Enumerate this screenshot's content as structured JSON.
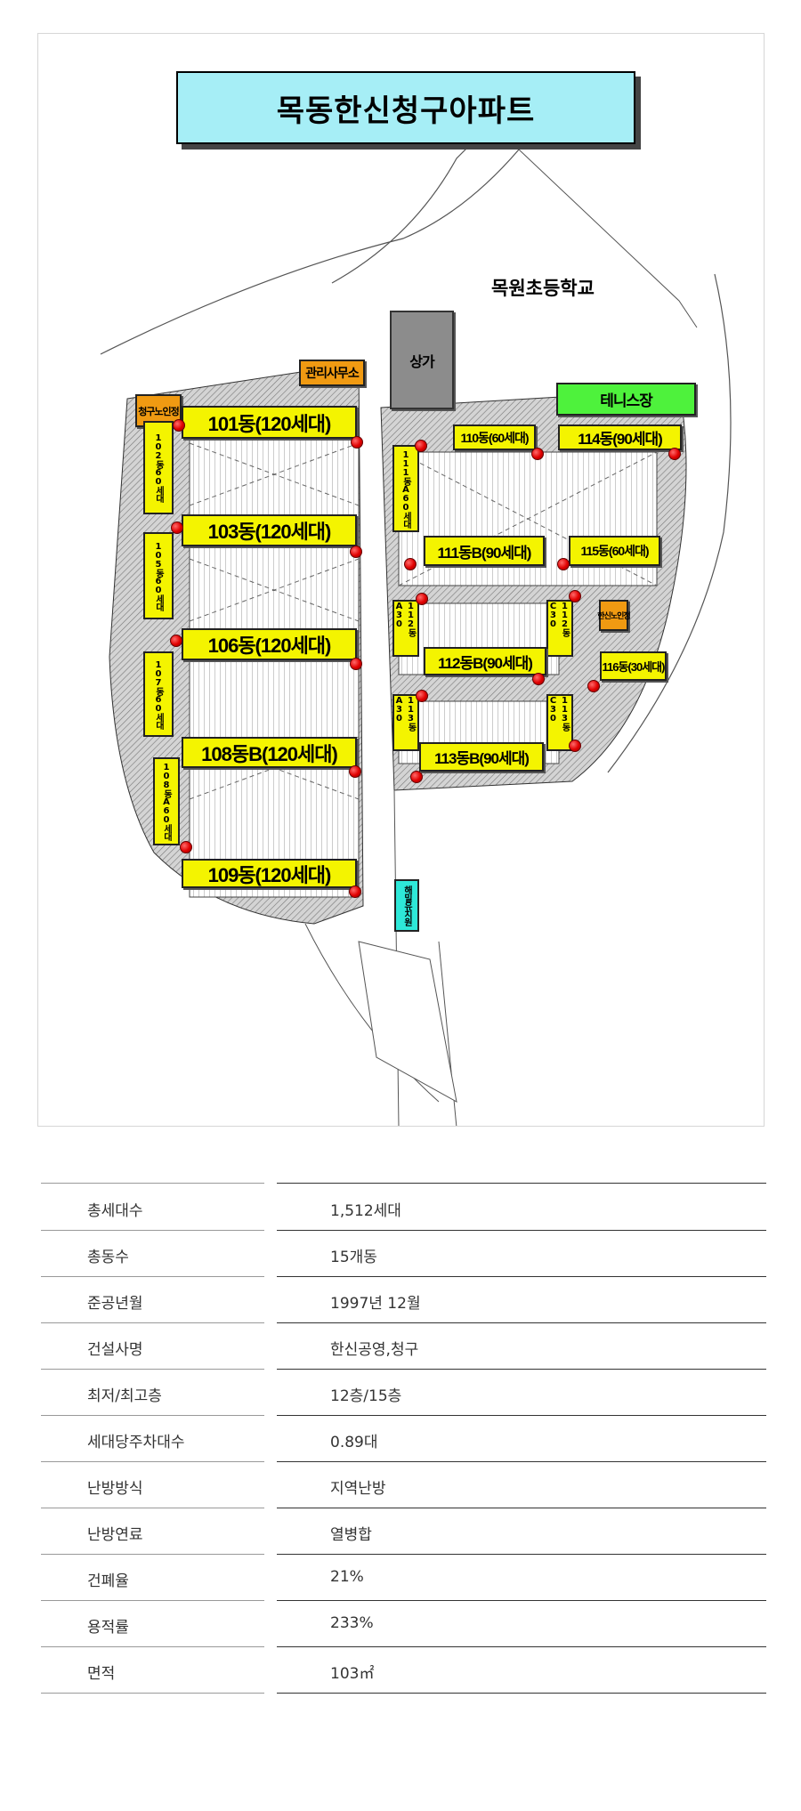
{
  "map": {
    "title": "목동한신청구아파트",
    "landmarks": {
      "school": "목원초등학교",
      "shops": "상가",
      "office": "관리사무소",
      "tennis": "테니스장",
      "senior_center_1": "청구노인정",
      "senior_center_2": "한신노인정",
      "kindergarten": "해밀유치원"
    },
    "buildings": {
      "b101": "101동(120세대)",
      "b102": "102동60세대",
      "b103": "103동(120세대)",
      "b105": "105동60세대",
      "b106": "106동(120세대)",
      "b107": "107동60세대",
      "b108b": "108동B(120세대)",
      "b108a": "108동A60세대",
      "b109": "109동(120세대)",
      "b110": "110동(60세대)",
      "b111a": "111동A60세대",
      "b111b": "111동B(90세대)",
      "b112a": "112동A30",
      "b112b": "112동B(90세대)",
      "b112c": "112동C30",
      "b113a": "113동A30",
      "b113b": "113동B(90세대)",
      "b113c": "113동C30",
      "b114": "114동(90세대)",
      "b115": "115동(60세대)",
      "b116": "116동(30세대)"
    },
    "colors": {
      "title_bg": "#a6eef6",
      "building": "#f4f400",
      "facility": "#f09a12",
      "tennis": "#4ef23c",
      "kindergarten": "#2ee8d8",
      "entrance_dot": "#e00000"
    }
  },
  "info": [
    {
      "label": "총세대수",
      "value": "1,512세대"
    },
    {
      "label": "총동수",
      "value": "15개동"
    },
    {
      "label": "준공년월",
      "value": "1997년 12월"
    },
    {
      "label": "건설사명",
      "value": "한신공영,청구"
    },
    {
      "label": "최저/최고층",
      "value": "12층/15층"
    },
    {
      "label": "세대당주차대수",
      "value": "0.89대"
    },
    {
      "label": "난방방식",
      "value": "지역난방"
    },
    {
      "label": "난방연료",
      "value": "열병합"
    },
    {
      "label": "건폐율",
      "value": "21%"
    },
    {
      "label": "용적률",
      "value": "233%"
    },
    {
      "label": "면적",
      "value": "103㎡"
    }
  ]
}
